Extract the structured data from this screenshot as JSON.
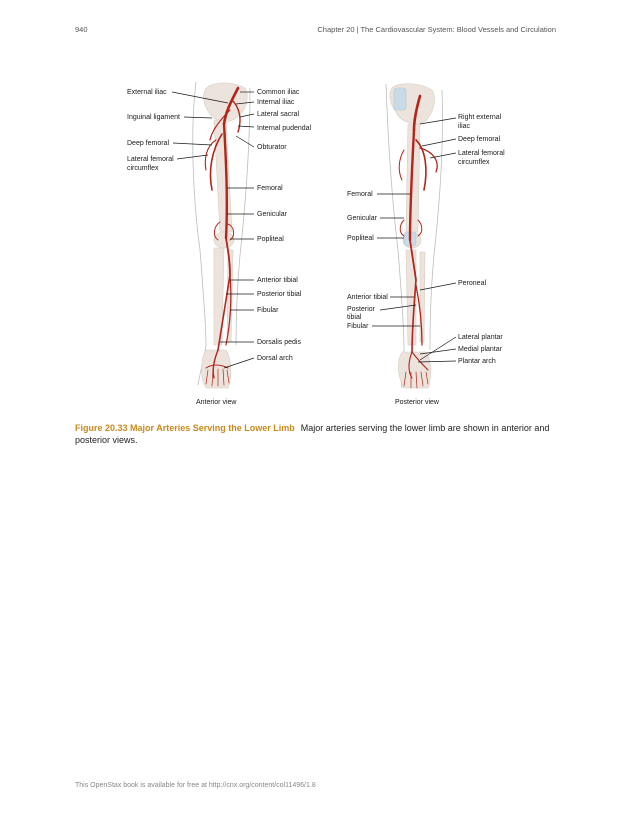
{
  "header": {
    "page_number": "940",
    "chapter_title": "Chapter 20 | The Cardiovascular System: Blood Vessels and Circulation"
  },
  "figure": {
    "anterior": {
      "view_label": "Anterior view",
      "left_labels": [
        "External iliac",
        "Inguinal ligament",
        "Deep femoral",
        "Lateral femoral",
        "circumflex"
      ],
      "right_labels": [
        "Common iliac",
        "Internal iliac",
        "Lateral sacral",
        "Internal pudendal",
        "Obturator",
        "Femoral",
        "Genicular",
        "Popliteal",
        "Anterior tibial",
        "Posterior tibial",
        "Fibular",
        "Dorsalis pedis",
        "Dorsal arch"
      ]
    },
    "posterior": {
      "view_label": "Posterior view",
      "right_labels": [
        "Right external",
        "iliac",
        "Deep femoral",
        "Lateral femoral",
        "circumflex",
        "Peroneal",
        "Lateral plantar",
        "Medial plantar",
        "Plantar arch"
      ],
      "left_labels": [
        "Femoral",
        "Genicular",
        "Popliteal",
        "Anterior tibial",
        "Posterior",
        "tibial",
        "Fibular"
      ]
    },
    "colors": {
      "artery": "#b3241b",
      "bone": "#ece4dc",
      "label_accent": "#c8891e"
    }
  },
  "caption": {
    "label": "Figure 20.33 Major Arteries Serving the Lower Limb",
    "text": "Major arteries serving the lower limb are shown in anterior and posterior views."
  },
  "footer": {
    "text": "This OpenStax book is available for free at http://cnx.org/content/col11496/1.8"
  }
}
